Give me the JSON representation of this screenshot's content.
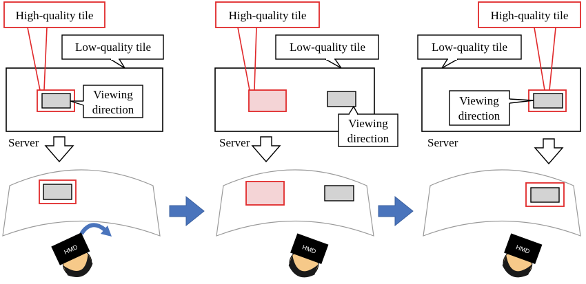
{
  "labels": {
    "high_quality": "High-quality tile",
    "low_quality": "Low-quality tile",
    "viewing_line1": "Viewing",
    "viewing_line2": "direction",
    "server": "Server",
    "hmd": "HMD"
  },
  "colors": {
    "red": "#e0282a",
    "light_red_fill": "#f4d4d6",
    "tile_gray": "#d3d3d3",
    "arrow_blue": "#4a74bc",
    "skin": "#f6c989",
    "black": "#000000"
  }
}
